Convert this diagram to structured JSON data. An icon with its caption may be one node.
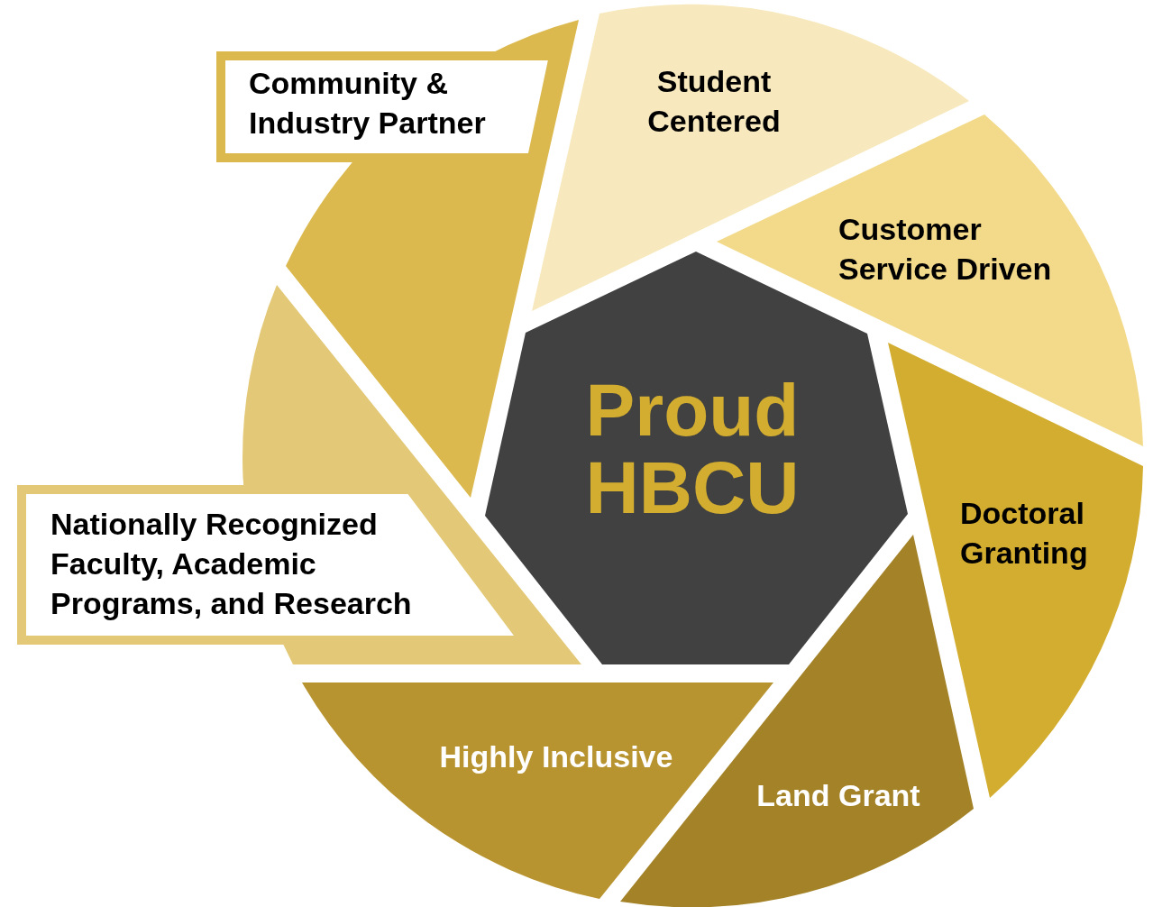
{
  "diagram": {
    "nodes": [
      {
        "text": [
          "Community & Industry Partner"
        ]
      },
      {
        "text": [
          "Student Centered"
        ]
      },
      {
        "text": [
          "Customer Service Driven"
        ]
      },
      {
        "text": [
          "Proud HBCU"
        ]
      },
      {
        "text": [
          "Doctoral Granting"
        ]
      },
      {
        "text": [
          "Nationally Recognized Faculty, Academic Programs, and Research"
        ]
      },
      {
        "text": [
          "Highly Inclusive"
        ]
      },
      {
        "text": [
          "Land Grant"
        ]
      }
    ]
  }
}
